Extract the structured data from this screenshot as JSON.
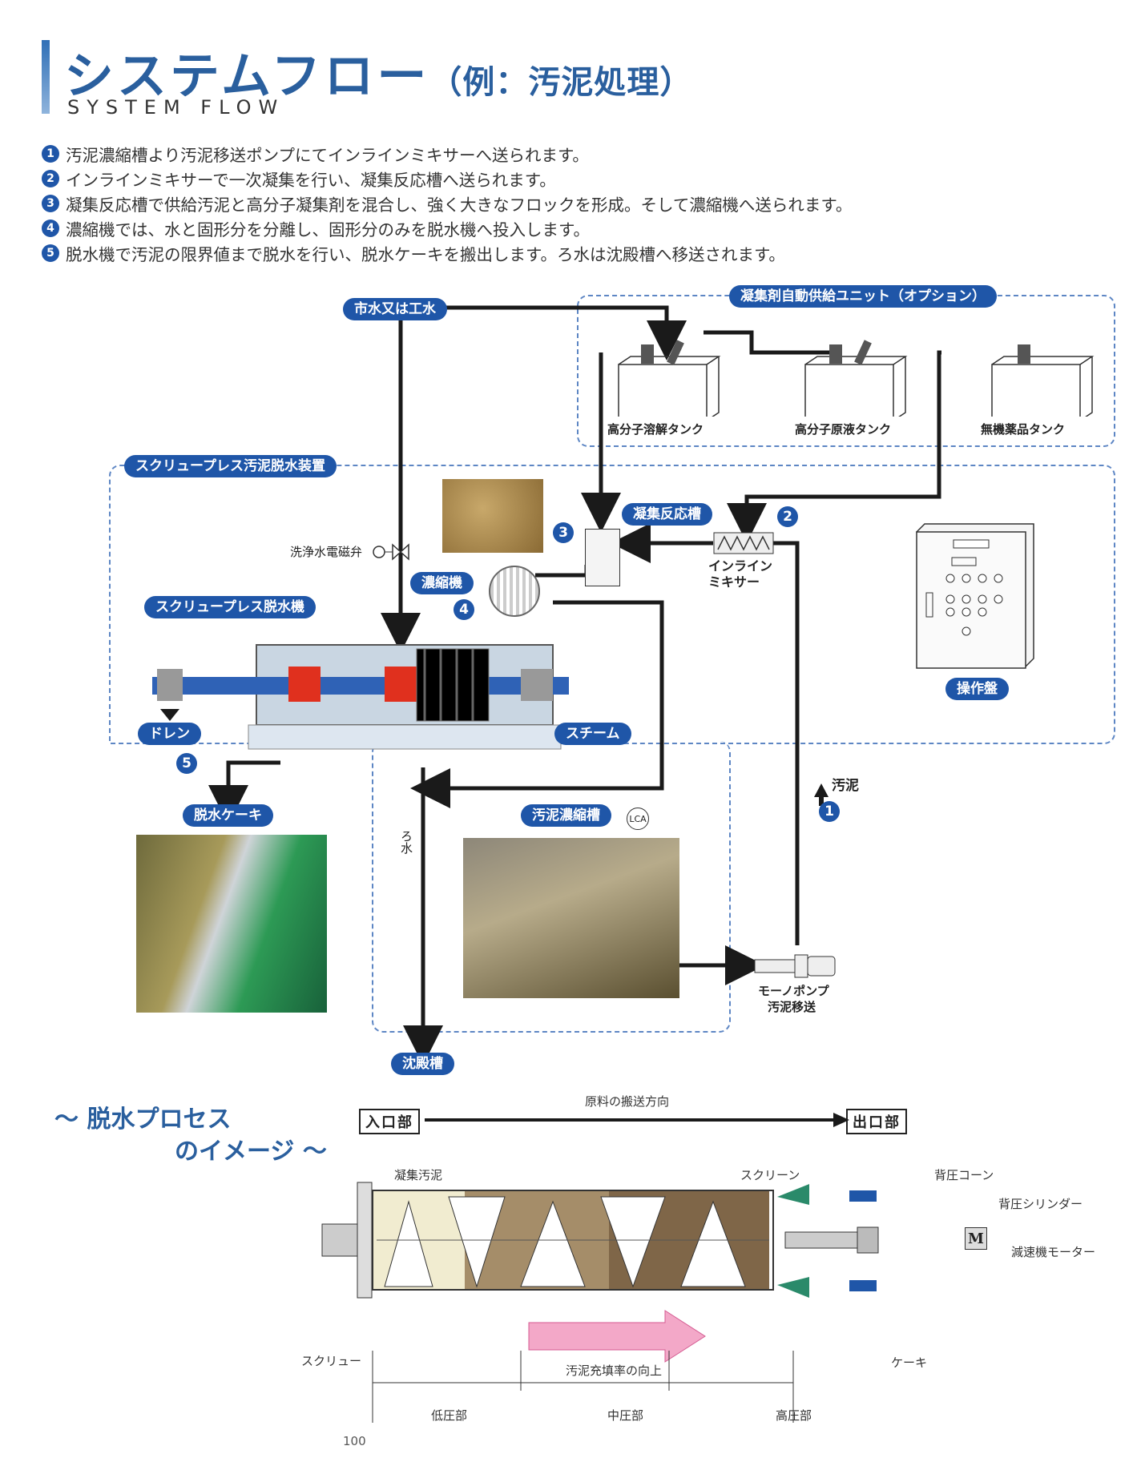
{
  "header": {
    "title": "システムフロー",
    "title_sub": "（例：汚泥処理）",
    "subtitle": "SYSTEM FLOW"
  },
  "steps": [
    {
      "num": "1",
      "text": "汚泥濃縮槽より汚泥移送ポンプにてインラインミキサーへ送られます。"
    },
    {
      "num": "2",
      "text": "インラインミキサーで一次凝集を行い、凝集反応槽へ送られます。"
    },
    {
      "num": "3",
      "text": "凝集反応槽で供給汚泥と高分子凝集剤を混合し、強く大きなフロックを形成。そして濃縮機へ送られます。"
    },
    {
      "num": "4",
      "text": "濃縮機では、水と固形分を分離し、固形分のみを脱水機へ投入します。"
    },
    {
      "num": "5",
      "text": "脱水機で汚泥の限界値まで脱水を行い、脱水ケーキを搬出します。ろ水は沈殿槽へ移送されます。"
    }
  ],
  "flow": {
    "water_supply": "市水又は工水",
    "unit_title": "凝集剤自動供給ユニット（オプション）",
    "tank1": "高分子溶解タンク",
    "tank2": "高分子原液タンク",
    "tank3": "無機薬品タンク",
    "device_title": "スクリュープレス汚泥脱水装置",
    "reaction_tank": "凝集反応槽",
    "wash_valve": "洗浄水電磁弁",
    "inline_mixer_1": "インライン",
    "inline_mixer_2": "ミキサー",
    "thickener": "濃縮機",
    "dewatering_machine": "スクリュープレス脱水機",
    "control_panel": "操作盤",
    "drain": "ドレン",
    "steam": "スチーム",
    "sludge": "汚泥",
    "cake": "脱水ケーキ",
    "filtrate": "ろ水",
    "sludge_tank": "汚泥濃縮槽",
    "lca": "LCA",
    "pump_1": "モーノポンプ",
    "pump_2": "汚泥移送",
    "settling_tank": "沈殿槽",
    "n1": "1",
    "n2": "2",
    "n3": "3",
    "n4": "4",
    "n5": "5"
  },
  "process": {
    "title_1": "～ 脱水プロセス",
    "title_2": "のイメージ ～",
    "inlet": "入口部",
    "outlet": "出口部",
    "direction": "原料の搬送方向",
    "flocculated_sludge": "凝集汚泥",
    "screen": "スクリーン",
    "back_cone": "背圧コーン",
    "back_cylinder": "背圧シリンダー",
    "motor": "減速機モーター",
    "motor_mark": "M",
    "screw": "スクリュー",
    "cake": "ケーキ",
    "fill_rate": "汚泥充填率の向上",
    "low": "低圧部",
    "mid": "中圧部",
    "high": "高圧部",
    "page": "100"
  },
  "colors": {
    "brand_blue": "#1f56a8",
    "title_blue": "#2a5f9e"
  }
}
